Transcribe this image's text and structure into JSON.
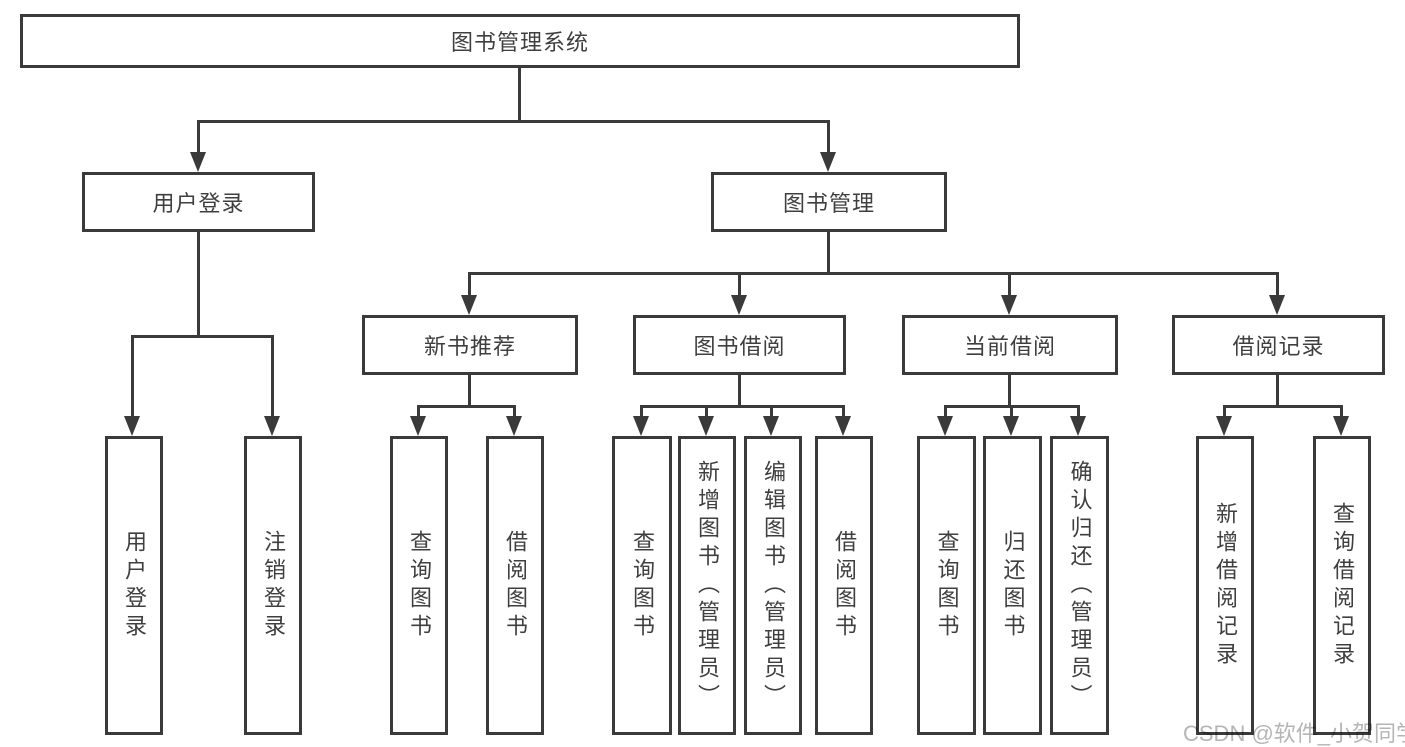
{
  "colors": {
    "line": "#3a3a3a",
    "text": "#3f3f3f",
    "box_background": "#ffffff",
    "watermark": "#b5b5b5"
  },
  "diagram": {
    "root": {
      "label": "图书管理系统"
    },
    "branches": [
      {
        "label": "用户登录",
        "children": [
          {
            "label": "用户登录"
          },
          {
            "label": "注销登录"
          }
        ]
      },
      {
        "label": "图书管理",
        "children": [
          {
            "label": "新书推荐",
            "children": [
              {
                "label": "查询图书"
              },
              {
                "label": "借阅图书"
              }
            ]
          },
          {
            "label": "图书借阅",
            "children": [
              {
                "label": "查询图书"
              },
              {
                "label": "新增图书（管理员）"
              },
              {
                "label": "编辑图书（管理员）"
              },
              {
                "label": "借阅图书"
              }
            ]
          },
          {
            "label": "当前借阅",
            "children": [
              {
                "label": "查询图书"
              },
              {
                "label": "归还图书"
              },
              {
                "label": "确认归还（管理员）"
              }
            ]
          },
          {
            "label": "借阅记录",
            "children": [
              {
                "label": "新增借阅记录"
              },
              {
                "label": "查询借阅记录"
              }
            ]
          }
        ]
      }
    ]
  },
  "watermark": "CSDN @软件_小贺同学"
}
